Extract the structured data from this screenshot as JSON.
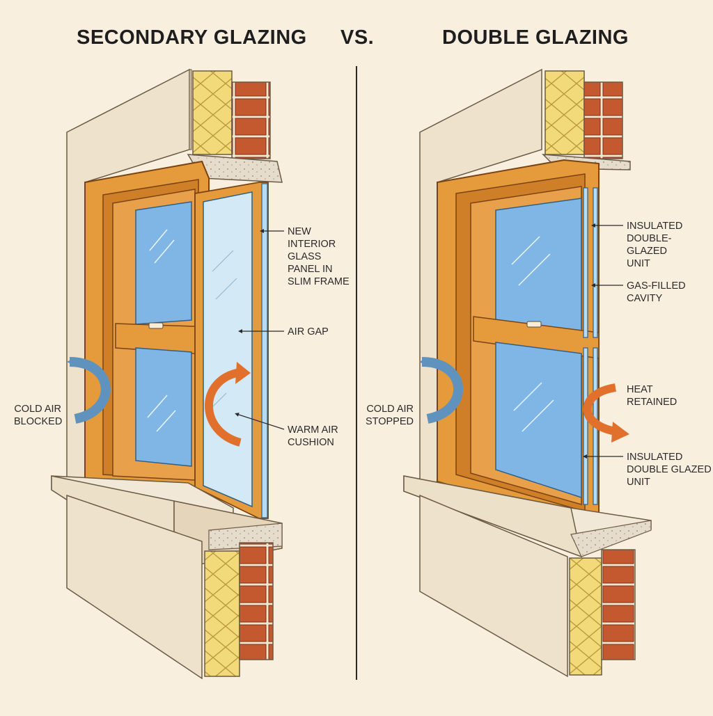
{
  "headings": {
    "left": "SECONDARY GLAZING",
    "vs": "VS.",
    "right": "DOUBLE GLAZING"
  },
  "secondary_glazing": {
    "labels": {
      "new_panel": "NEW\nINTERIOR\nGLASS\nPANEL IN\nSLIM FRAME",
      "air_gap": "AIR GAP",
      "warm_air": "WARM AIR\nCUSHION",
      "cold_air": "COLD AIR\nBLOCKED"
    }
  },
  "double_glazing": {
    "labels": {
      "insulated_unit_top": "INSULATED\nDOUBLE-\nGLAZED\nUNIT",
      "gas_cavity": "GAS-FILLED\nCAVITY",
      "heat": "HEAT\nRETAINED",
      "insulated_unit_bottom": "INSULATED\nDOUBLE GLAZED\nUNIT",
      "cold_air": "COLD AIR\nSTOPPED"
    }
  },
  "colors": {
    "background": "#f8efdf",
    "plaster": "#efe2cc",
    "timber": "#e59a3c",
    "timber_dark": "#b5661c",
    "glass": "#7fb6e6",
    "glass_light": "#d3e9f6",
    "brick": "#c4582f",
    "insulation": "#f2d97a",
    "cold_arrow": "#5f93bd",
    "warm_arrow": "#e0702c"
  }
}
